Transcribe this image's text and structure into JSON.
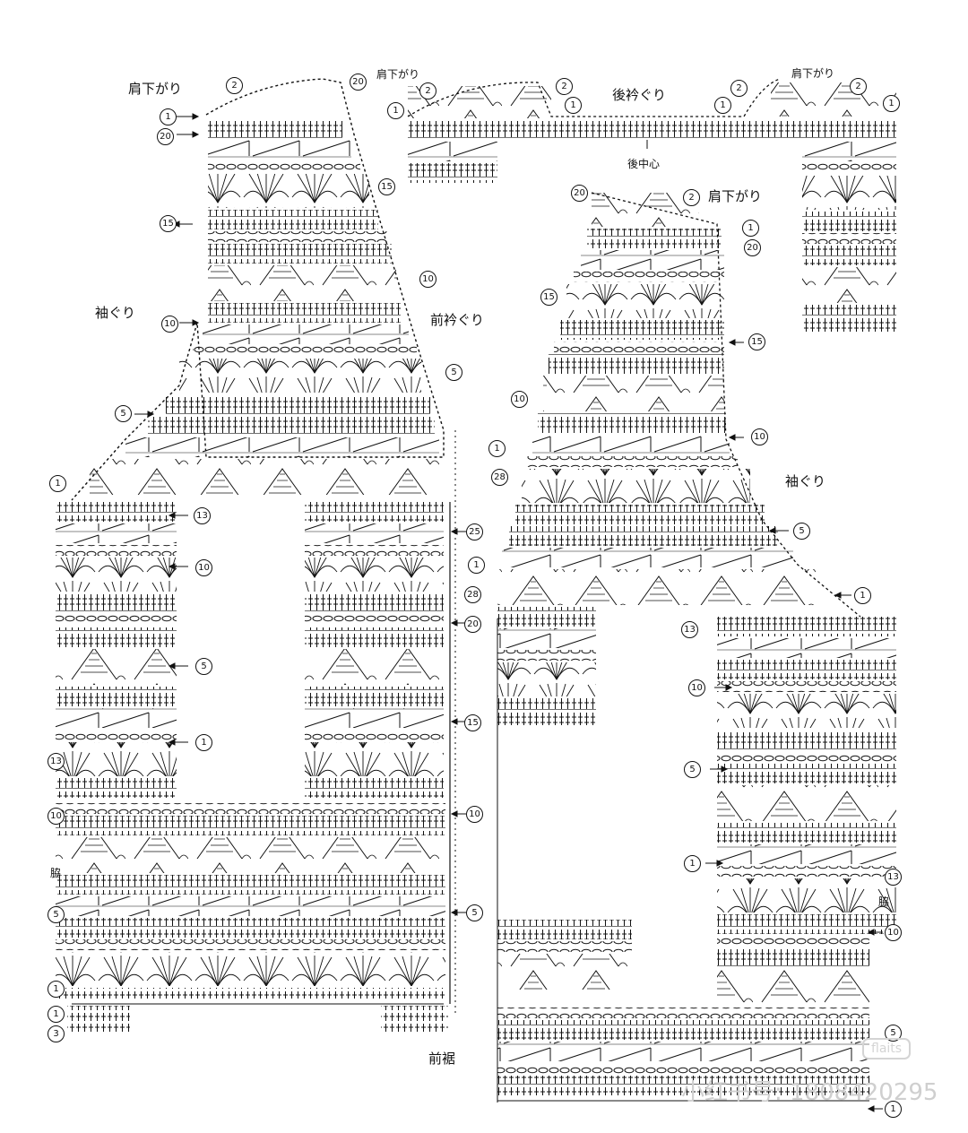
{
  "labels": {
    "kata_sagari": "肩下がり",
    "sode_guri": "袖ぐり",
    "mae_eri_guri": "前衿ぐり",
    "ushiro_eri_guri": "後衿ぐり",
    "ushiro_chushin": "後中心",
    "waki": "脇",
    "mae_suso": "前裾"
  },
  "round_numbers": {
    "r1": "1",
    "r2": "2",
    "r3": "3",
    "r5": "5",
    "r10": "10",
    "r13": "13",
    "r15": "15",
    "r20": "20",
    "r25": "25",
    "r28": "28"
  },
  "watermark": {
    "box": "flaits",
    "text": "小红书号: 1808420295"
  },
  "colors": {
    "ink": "#111111",
    "paper": "#ffffff",
    "watermark": "#cfcfcf"
  }
}
